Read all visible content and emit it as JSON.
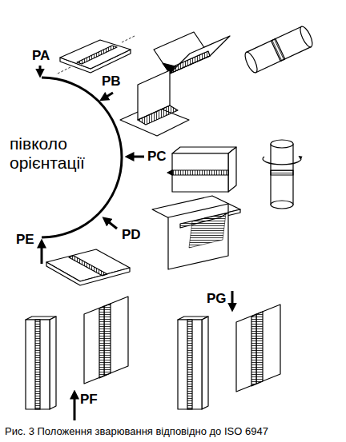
{
  "diagram": {
    "caption": "Рис. 3 Положення зварювання відповідно до ISO 6947",
    "labels": [
      "PA",
      "PB",
      "PC",
      "PD",
      "PE",
      "PF",
      "PG",
      "півколо орієнтації"
    ]
  }
}
